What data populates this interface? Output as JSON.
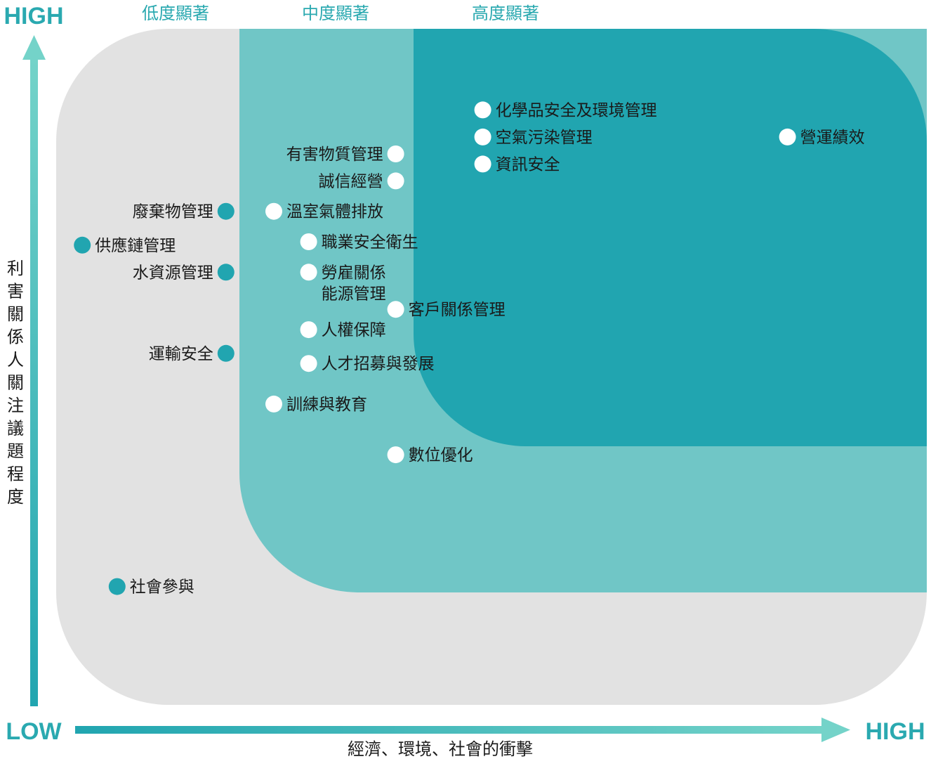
{
  "chart_data": {
    "type": "scatter",
    "xlabel": "經濟、環境、社會的衝擊",
    "ylabel": "利害關係人關注議題程度",
    "axis_ends": {
      "x_low": "LOW",
      "x_high": "HIGH",
      "y_high": "HIGH"
    },
    "zones": [
      {
        "label": "低度顯著",
        "color": "#e2e2e2"
      },
      {
        "label": "中度顯著",
        "color": "#70c6c6"
      },
      {
        "label": "高度顯著",
        "color": "#21a5b0"
      }
    ],
    "colors": {
      "low_dot": "#21a5b0",
      "other_dot": "#ffffff",
      "accent": "#2aa9b0"
    },
    "points": [
      {
        "label": "化學品安全及環境管理",
        "x": 0.49,
        "y": 0.88,
        "zone": "高度顯著",
        "side": "right"
      },
      {
        "label": "空氣污染管理",
        "x": 0.49,
        "y": 0.84,
        "zone": "高度顯著",
        "side": "right"
      },
      {
        "label": "資訊安全",
        "x": 0.49,
        "y": 0.8,
        "zone": "高度顯著",
        "side": "right"
      },
      {
        "label": "營運績效",
        "x": 0.84,
        "y": 0.84,
        "zone": "高度顯著",
        "side": "right"
      },
      {
        "label": "有害物質管理",
        "x": 0.39,
        "y": 0.815,
        "zone": "中度顯著",
        "side": "left"
      },
      {
        "label": "誠信經營",
        "x": 0.39,
        "y": 0.775,
        "zone": "中度顯著",
        "side": "left"
      },
      {
        "label": "溫室氣體排放",
        "x": 0.25,
        "y": 0.73,
        "zone": "中度顯著",
        "side": "right"
      },
      {
        "label": "職業安全衛生",
        "x": 0.29,
        "y": 0.685,
        "zone": "中度顯著",
        "side": "right"
      },
      {
        "label": "勞雇關係",
        "label2": "能源管理",
        "x": 0.29,
        "y": 0.64,
        "zone": "中度顯著",
        "side": "right"
      },
      {
        "label": "客戶關係管理",
        "x": 0.39,
        "y": 0.585,
        "zone": "中度顯著",
        "side": "right"
      },
      {
        "label": "人權保障",
        "x": 0.29,
        "y": 0.555,
        "zone": "中度顯著",
        "side": "right"
      },
      {
        "label": "人才招募與發展",
        "x": 0.29,
        "y": 0.505,
        "zone": "中度顯著",
        "side": "right"
      },
      {
        "label": "訓練與教育",
        "x": 0.25,
        "y": 0.445,
        "zone": "中度顯著",
        "side": "right"
      },
      {
        "label": "數位優化",
        "x": 0.39,
        "y": 0.37,
        "zone": "中度顯著",
        "side": "right"
      },
      {
        "label": "廢棄物管理",
        "x": 0.195,
        "y": 0.73,
        "zone": "低度顯著",
        "side": "left"
      },
      {
        "label": "供應鏈管理",
        "x": 0.03,
        "y": 0.68,
        "zone": "低度顯著",
        "side": "right"
      },
      {
        "label": "水資源管理",
        "x": 0.195,
        "y": 0.64,
        "zone": "低度顯著",
        "side": "left"
      },
      {
        "label": "運輸安全",
        "x": 0.195,
        "y": 0.52,
        "zone": "低度顯著",
        "side": "left"
      },
      {
        "label": "社會參與",
        "x": 0.07,
        "y": 0.175,
        "zone": "低度顯著",
        "side": "right"
      }
    ]
  }
}
